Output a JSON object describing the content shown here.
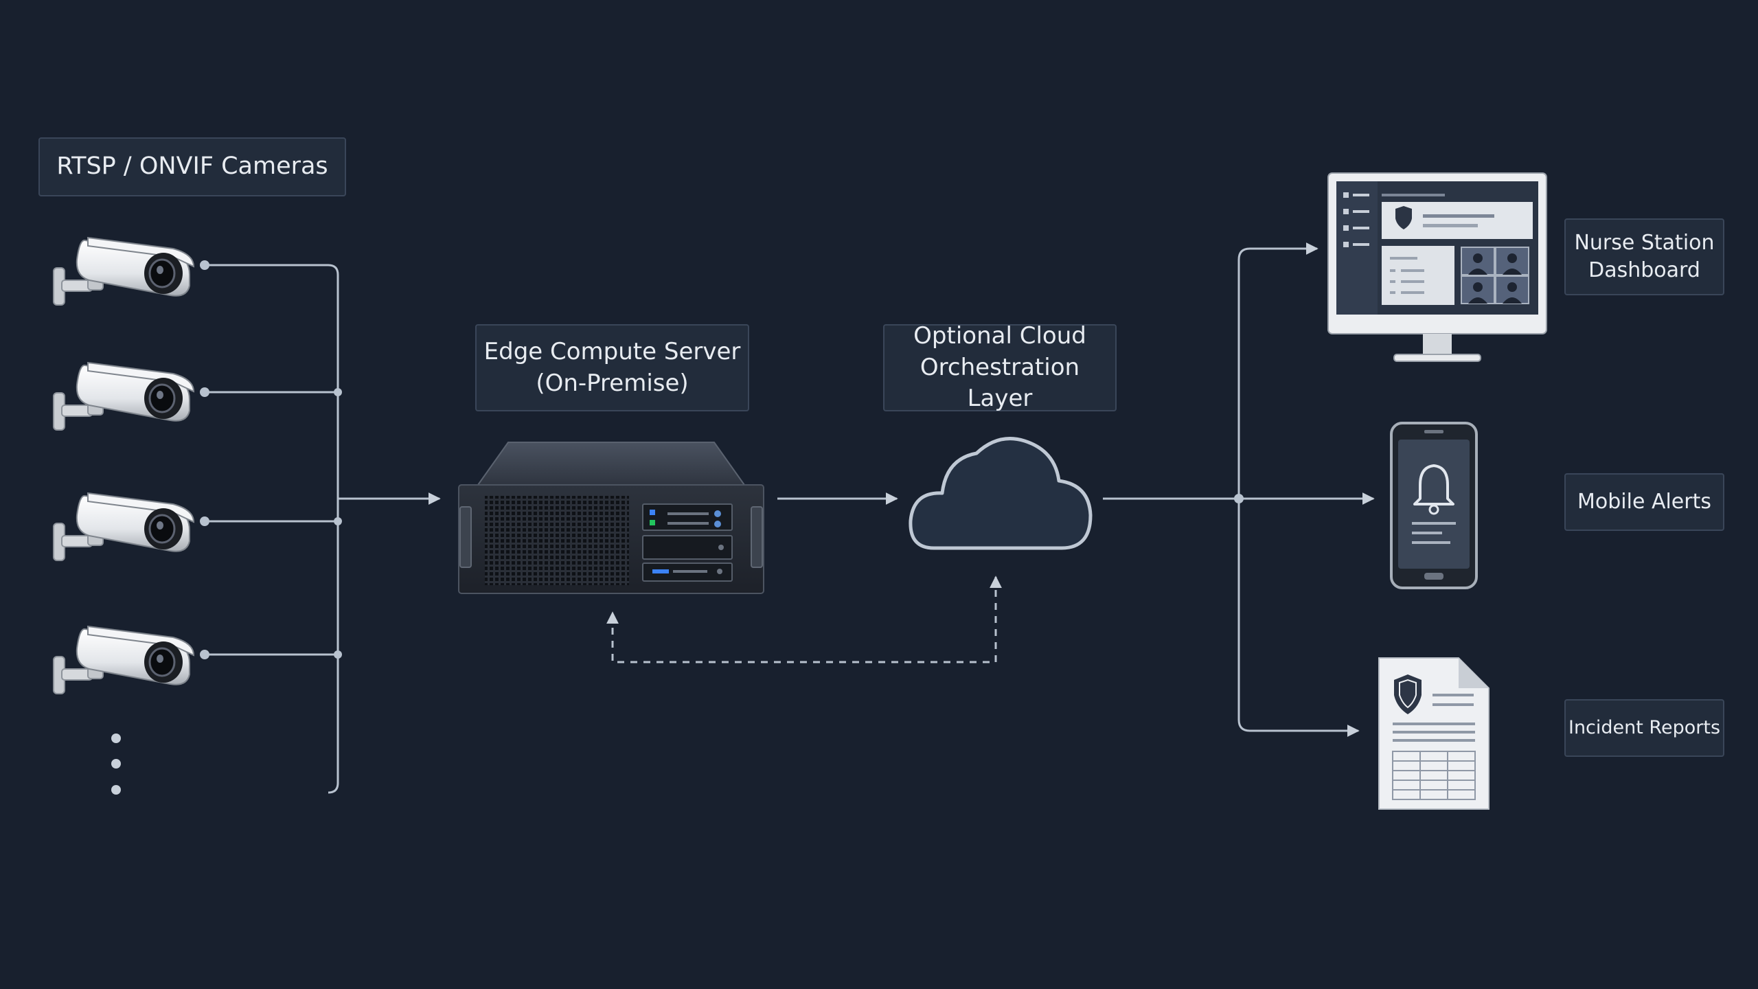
{
  "labels": {
    "cameras": "RTSP / ONVIF Cameras",
    "edge_server": "Edge Compute Server\n(On-Premise)",
    "cloud": "Optional Cloud\nOrchestration Layer",
    "nurse_station": "Nurse Station\nDashboard",
    "mobile_alerts": "Mobile Alerts",
    "incident_reports": "Incident Reports"
  },
  "colors": {
    "background": "#18202e",
    "line": "#b8c2cf",
    "label_fill": "#222c3b",
    "label_border": "#3a4659",
    "text": "#e8ecf1"
  },
  "icons": {
    "camera": "security-camera-icon",
    "server": "rack-server-icon",
    "cloud": "cloud-icon",
    "dashboard": "monitor-dashboard-icon",
    "mobile": "smartphone-bell-icon",
    "report": "document-shield-icon"
  }
}
